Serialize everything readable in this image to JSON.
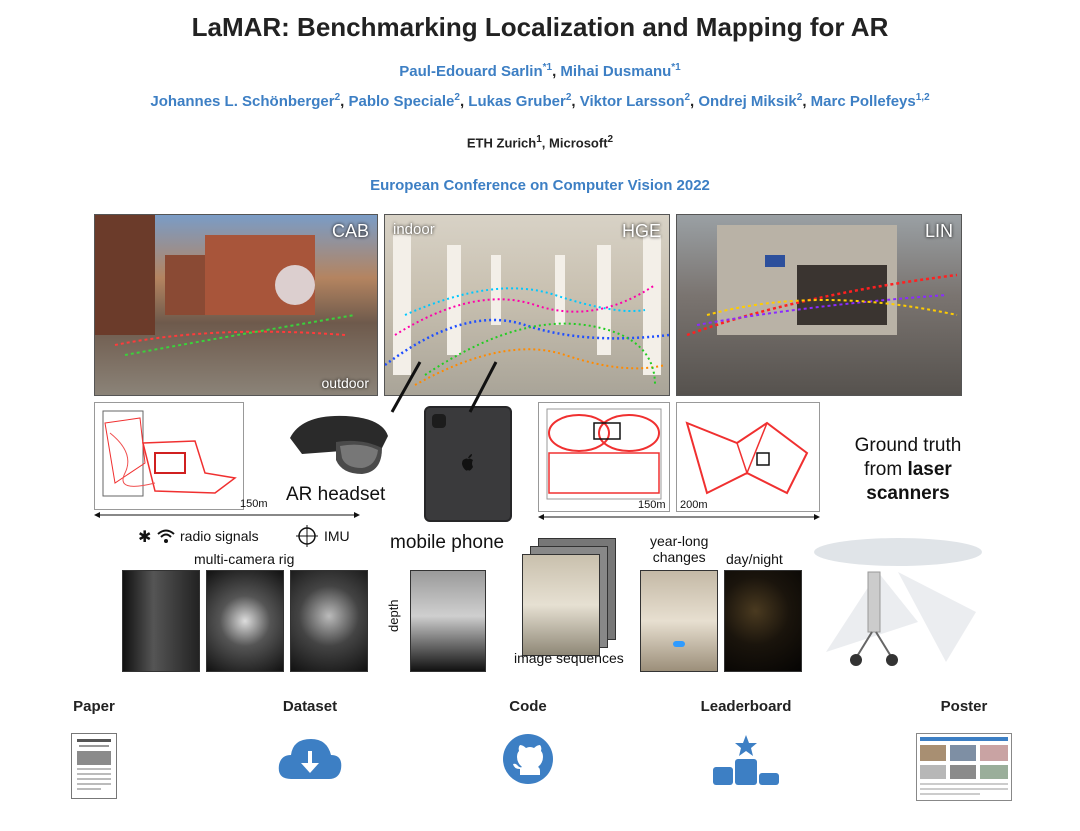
{
  "title": "LaMAR: Benchmarking Localization and Mapping for AR",
  "authors_line1": [
    {
      "name": "Paul-Edouard Sarlin",
      "sup": "*1",
      "sep": ", "
    },
    {
      "name": "Mihai Dusmanu",
      "sup": "*1",
      "sep": ""
    }
  ],
  "authors_line2": [
    {
      "name": "Johannes L. Schönberger",
      "sup": "2",
      "sep": ", "
    },
    {
      "name": "Pablo Speciale",
      "sup": "2",
      "sep": ", "
    },
    {
      "name": "Lukas Gruber",
      "sup": "2",
      "sep": ", "
    },
    {
      "name": "Viktor Larsson",
      "sup": "2",
      "sep": ", "
    },
    {
      "name": "Ondrej Miksik",
      "sup": "2",
      "sep": ", "
    },
    {
      "name": "Marc Pollefeys",
      "sup": "1,2",
      "sep": ""
    }
  ],
  "affiliations": {
    "a1": "ETH Zurich",
    "a1_sup": "1",
    "sep": ", ",
    "a2": "Microsoft",
    "a2_sup": "2"
  },
  "conference": "European Conference on Computer Vision 2022",
  "figure": {
    "cab": "CAB",
    "outdoor": "outdoor",
    "indoor": "indoor",
    "hge": "HGE",
    "lin": "LIN",
    "scale_150_a": "150m",
    "scale_150_b": "150m",
    "scale_200": "200m",
    "ar_headset": "AR headset",
    "ground_truth": [
      "Ground truth",
      "from ",
      "laser",
      "scanners"
    ],
    "radio_signals": "radio signals",
    "imu": "IMU",
    "multi_camera_rig": "multi-camera rig",
    "mobile_phone": "mobile phone",
    "depth": "depth",
    "image_sequences": "image sequences",
    "year_long": [
      "year-long",
      "changes"
    ],
    "day_night": "day/night"
  },
  "links": [
    {
      "label": "Paper",
      "icon": "paper-thumbnail-icon"
    },
    {
      "label": "Dataset",
      "icon": "cloud-download-icon"
    },
    {
      "label": "Code",
      "icon": "github-icon"
    },
    {
      "label": "Leaderboard",
      "icon": "leaderboard-icon"
    },
    {
      "label": "Poster",
      "icon": "poster-thumbnail-icon"
    }
  ],
  "colors": {
    "accent": "#3d7fc4",
    "title": "#222222"
  }
}
